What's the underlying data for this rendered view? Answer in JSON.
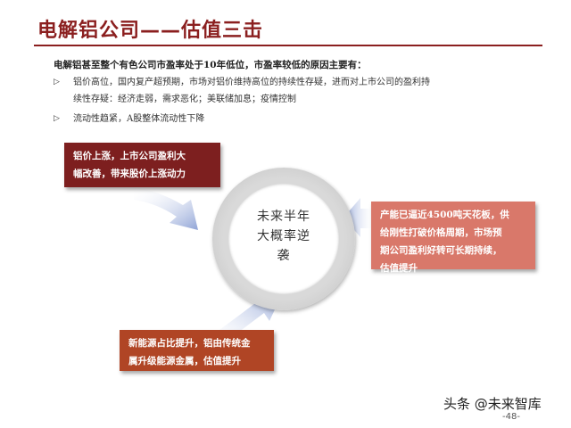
{
  "title": "电解铝公司——估值三击",
  "intro": "电解铝甚至整个有色公司市盈率处于10年低位，市盈率较低的原因主要有：",
  "bullets": [
    {
      "line1": "铝价高位，国内复产超预期，市场对铝价维持高位的持续性存疑，进而对上市公司的盈利持",
      "line2": "续性存疑：经济走弱，需求恶化；美联储加息；疫情控制"
    },
    {
      "line1": "流动性趋紧，A股整体流动性下降"
    }
  ],
  "center": {
    "line1": "未来半年",
    "line2": "大概率逆",
    "line3": "袭"
  },
  "box_top_left": {
    "line1": "铝价上涨，上市公司盈利大",
    "line2": "幅改善，带来股价上涨动力"
  },
  "box_right": {
    "line1": "产能已逼近4500吨天花板，供",
    "line2": "给刚性打破价格周期，市场预",
    "line3": "期公司盈利好转可长期持续，",
    "line4": "估值提升"
  },
  "box_bottom_left": {
    "line1": "新能源占比提升，铝由传统金",
    "line2": "属升级能源金属，估值提升"
  },
  "watermark": "头条 @未来智库",
  "page_number": "-48-",
  "colors": {
    "title": "#8b1f1f",
    "box_top_left": "#7d1f1f",
    "box_right": "#d9786a",
    "box_bottom_left": "#b04525",
    "arrow": "#8fa3d6"
  }
}
